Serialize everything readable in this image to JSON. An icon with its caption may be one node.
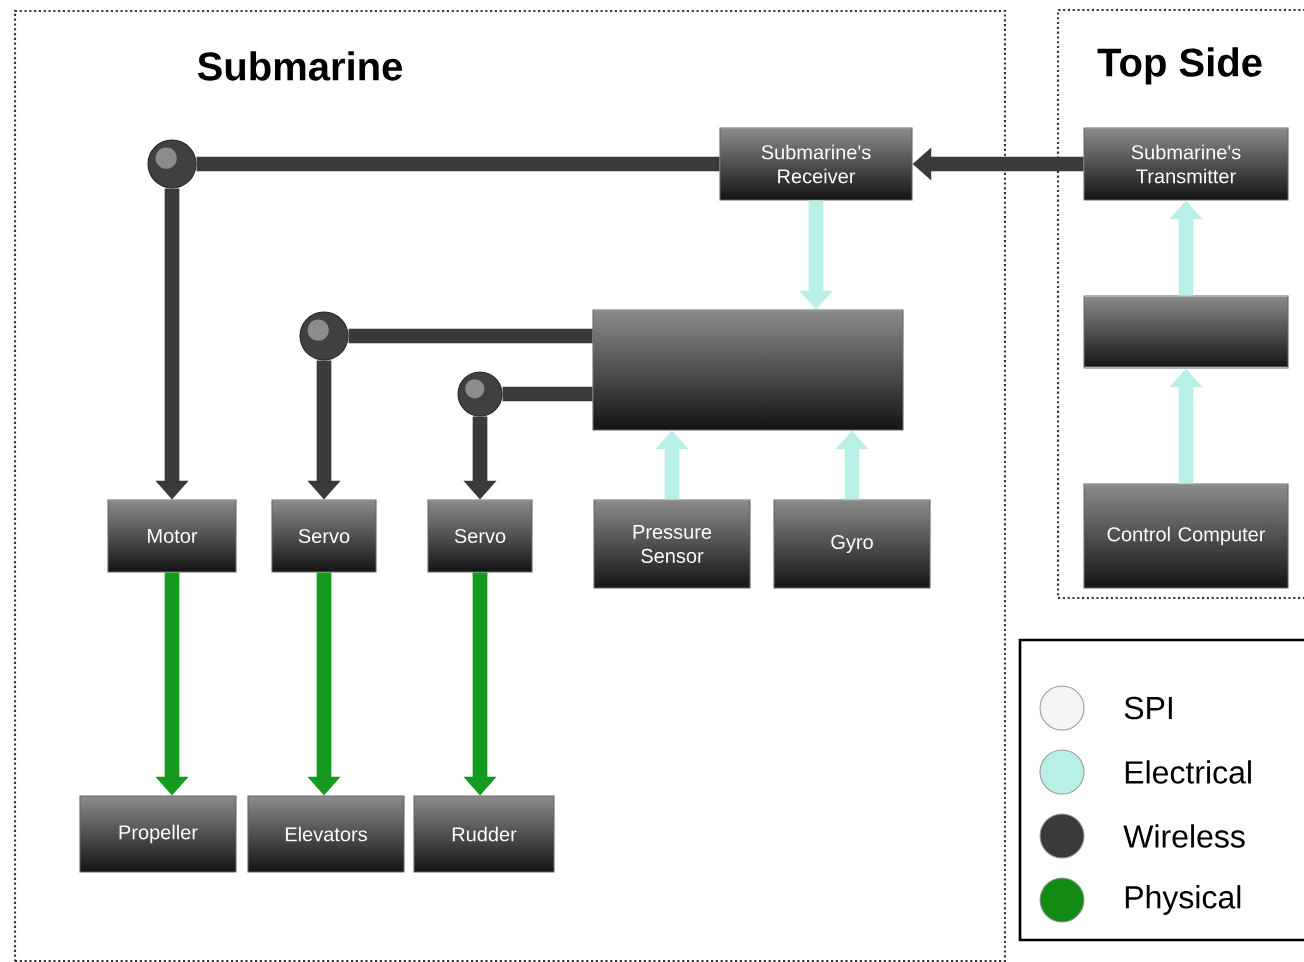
{
  "diagram": {
    "nodes": [
      {
        "text": [
          "Submarine"
        ]
      },
      {
        "text": [
          "Top Side"
        ]
      },
      {
        "text": [],
        "shape": "circle",
        "in": 0
      },
      {
        "text": [
          "Submarine's Receiver"
        ],
        "in": 0
      },
      {
        "text": [
          "Submarine's Transmitter"
        ],
        "in": 1
      },
      {
        "text": [],
        "shape": "circle",
        "in": 0
      },
      {
        "text": [],
        "shape": "box",
        "in": 0
      },
      {
        "text": [],
        "shape": "box",
        "in": 1
      },
      {
        "text": [],
        "shape": "circle",
        "in": 0
      },
      {
        "text": [
          "Motor"
        ],
        "in": 0
      },
      {
        "text": [
          "Servo"
        ],
        "in": 0
      },
      {
        "text": [
          "Servo"
        ],
        "in": 0
      },
      {
        "text": [
          "Pressure Sensor"
        ],
        "in": 0
      },
      {
        "text": [
          "Gyro"
        ],
        "in": 0
      },
      {
        "text": [
          "Control Computer"
        ],
        "in": 1
      },
      {
        "text": [
          "Propeller"
        ],
        "in": 0
      },
      {
        "text": [
          "Elevators"
        ],
        "in": 0
      },
      {
        "text": [
          "Rudder"
        ],
        "in": 0
      }
    ],
    "edges": [
      {
        "from": 4,
        "to": 3,
        "arrow": "to",
        "color": "#3a3a3a"
      },
      {
        "from": 3,
        "to": 2,
        "arrow": "none"
      },
      {
        "from": 2,
        "to": 9,
        "arrow": "to"
      },
      {
        "from": 3,
        "to": 6,
        "arrow": "to",
        "color": "#b8f0e8"
      },
      {
        "from": 7,
        "to": 4,
        "arrow": "to",
        "color": "#b8f0e8"
      },
      {
        "from": 6,
        "to": 5,
        "arrow": "none"
      },
      {
        "from": 5,
        "to": 10,
        "arrow": "to"
      },
      {
        "from": 6,
        "to": 8,
        "arrow": "none"
      },
      {
        "from": 8,
        "to": 11,
        "arrow": "to"
      },
      {
        "from": 12,
        "to": 6,
        "arrow": "to",
        "color": "#b8f0e8"
      },
      {
        "from": 13,
        "to": 6,
        "arrow": "to",
        "color": "#b8f0e8"
      },
      {
        "from": 14,
        "to": 7,
        "arrow": "to",
        "color": "#b8f0e8"
      },
      {
        "from": 9,
        "to": 15,
        "arrow": "to",
        "color": "#149a1e"
      },
      {
        "from": 10,
        "to": 16,
        "arrow": "to",
        "color": "#149a1e"
      },
      {
        "from": 11,
        "to": 17,
        "arrow": "to",
        "color": "#149a1e"
      }
    ],
    "legend": [
      {
        "text": "SPI",
        "color": "#f4f4f4"
      },
      {
        "text": "Electrical",
        "color": "#b8f0e8"
      },
      {
        "text": "Wireless",
        "color": "#3a3a3a"
      },
      {
        "text": "Physical",
        "color": "#138a13"
      }
    ]
  }
}
